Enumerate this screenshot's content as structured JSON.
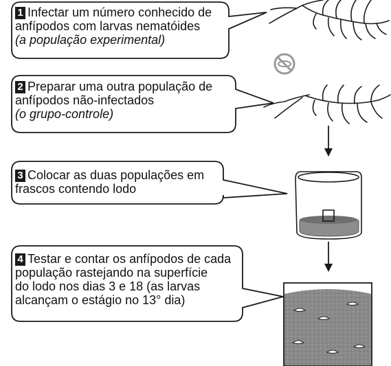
{
  "steps": [
    {
      "number": "1",
      "lines": [
        "Infectar um número conhecido de",
        "anfípodos com larvas nematóides"
      ],
      "italic": "(a população experimental)"
    },
    {
      "number": "2",
      "lines": [
        "Preparar uma outra população de",
        "anfípodos não-infectados"
      ],
      "italic": "(o grupo-controle)"
    },
    {
      "number": "3",
      "lines": [
        "Colocar as duas populações em",
        "frascos contendo lodo"
      ],
      "italic": ""
    },
    {
      "number": "4",
      "lines": [
        "Testar e contar os anfípodos de cada",
        "população rastejando na superfície",
        "do lodo nos dias 3 e 18 (as larvas",
        "alcançam o estágio no 13° dia)"
      ],
      "italic": ""
    }
  ],
  "icons": [
    "amphipod-icon",
    "no-symbol-icon",
    "beaker-icon",
    "mud-surface-icon"
  ]
}
